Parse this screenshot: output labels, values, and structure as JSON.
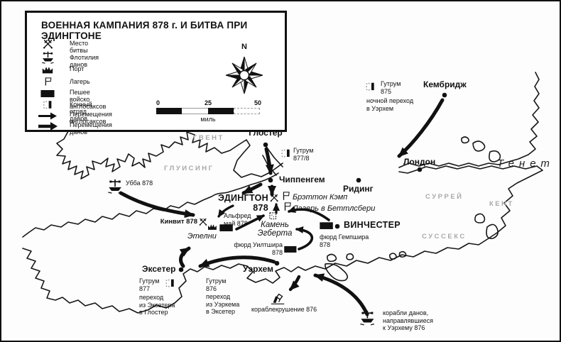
{
  "colors": {
    "ink": "#111111",
    "region_text": "#a9a9a9",
    "background": "#fdfdfd"
  },
  "legend": {
    "title": "ВОЕННАЯ КАМПАНИЯ 878 г. И БИТВА ПРИ ЭДИНГТОНЕ",
    "items": [
      {
        "icon": "battle-icon",
        "label": "Место битвы"
      },
      {
        "icon": "danish-fleet-icon",
        "label": "Флотилия данов"
      },
      {
        "icon": "port-icon",
        "label": "Порт"
      },
      {
        "icon": "camp-icon",
        "label": "Лагерь"
      },
      {
        "icon": "saxon-infantry-icon",
        "label": "Пешее войско англосаксов"
      },
      {
        "icon": "danish-cavalry-icon",
        "label": "Конный отряд данов"
      },
      {
        "icon": "saxon-arrow-icon",
        "label": "Перемещения англосаксов"
      },
      {
        "icon": "danish-arrow-icon",
        "label": "Перемещения данов"
      }
    ]
  },
  "compass": {
    "north_label": "N"
  },
  "scale_bar": {
    "tick_0": "0",
    "tick_25": "25",
    "tick_50": "50",
    "unit": "миль"
  },
  "map": {
    "cities": {
      "gloucester": "Глостер",
      "chippenham": "Чиппенгем",
      "reading": "Ридинг",
      "london": "Лондон",
      "cambridge": "Кембридж",
      "winchester": "ВИНЧЕСТЕР",
      "exeter": "Эксетер",
      "wareham": "Уэрхем"
    },
    "battles": {
      "edington": "ЭДИНГТОН 878",
      "cynwit": "Кинвит 878"
    },
    "places": {
      "bratton_camp": "Брэттон Кэмп",
      "battlesbury_camp": "Лагерь в Беттлсбери",
      "egberts_stone": "Камень\nЭгберта",
      "athelney": "Этелни"
    },
    "regions": {
      "gwent": "ГВЕНТ",
      "glywysing": "ГЛУИСИНГ",
      "surrey": "СУРРЕЙ",
      "kent": "КЕНТ",
      "sussex": "СУССЕКС",
      "thanet": "Тенет"
    },
    "notes": {
      "guthrum_877_8": "Гутрум\n877/8",
      "guthrum_875": "Гутрум\n875",
      "guthrum_875_note": "ночной переход\nв Уэрхем",
      "ubba_878": "Убба 878",
      "alfred_878": "Альфред\nмай 878",
      "wiltshire_fyrd": "фюрд Уилтшира\n878",
      "hampshire_fyrd": "фюрд Гемпшира\n878",
      "guthrum_877": "Гутрум\n877",
      "guthrum_877_note": "переход\nиз Эксетера\nв Глостер",
      "guthrum_876": "Гутрум\n876",
      "guthrum_876_note": "переход\nиз Уэркема\nв Эксетер",
      "shipwreck_876": "кораблекрушение 876",
      "danish_ships_876": "корабли данов,\nнаправлявшиеся\nк Уэрхему 876"
    }
  }
}
